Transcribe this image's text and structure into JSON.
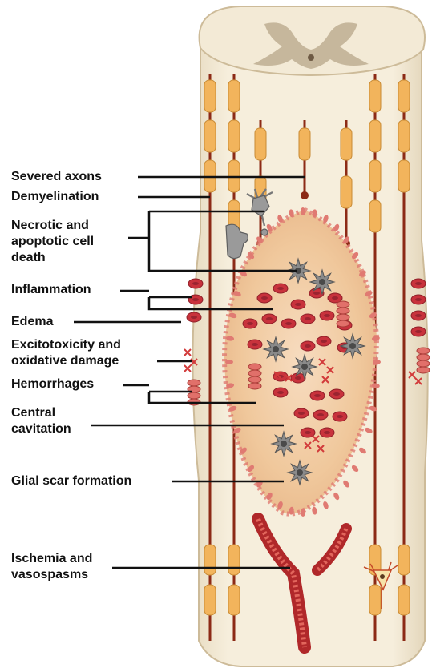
{
  "labels": {
    "severed_axons": "Severed axons",
    "demyelination": "Demyelination",
    "necrotic": "Necrotic and\napoptotic cell\ndeath",
    "inflammation": "Inflammation",
    "edema": "Edema",
    "excitotoxicity": "Excitotoxicity and\noxidative damage",
    "hemorrhages": "Hemorrhages",
    "cavitation": "Central\ncavitation",
    "glial_scar": "Glial scar formation",
    "ischemia": "Ischemia and\nvasospasms"
  },
  "colors": {
    "cord_tissue": "#f4ebd7",
    "grey_matter": "#c6b79c",
    "myelin": "#f2b45c",
    "axon": "#8c2a16",
    "lesion": "#f0c89c",
    "red_blood_cell": "#c8323c",
    "glial_scar": "#e07a72",
    "leader_line": "#111111"
  }
}
